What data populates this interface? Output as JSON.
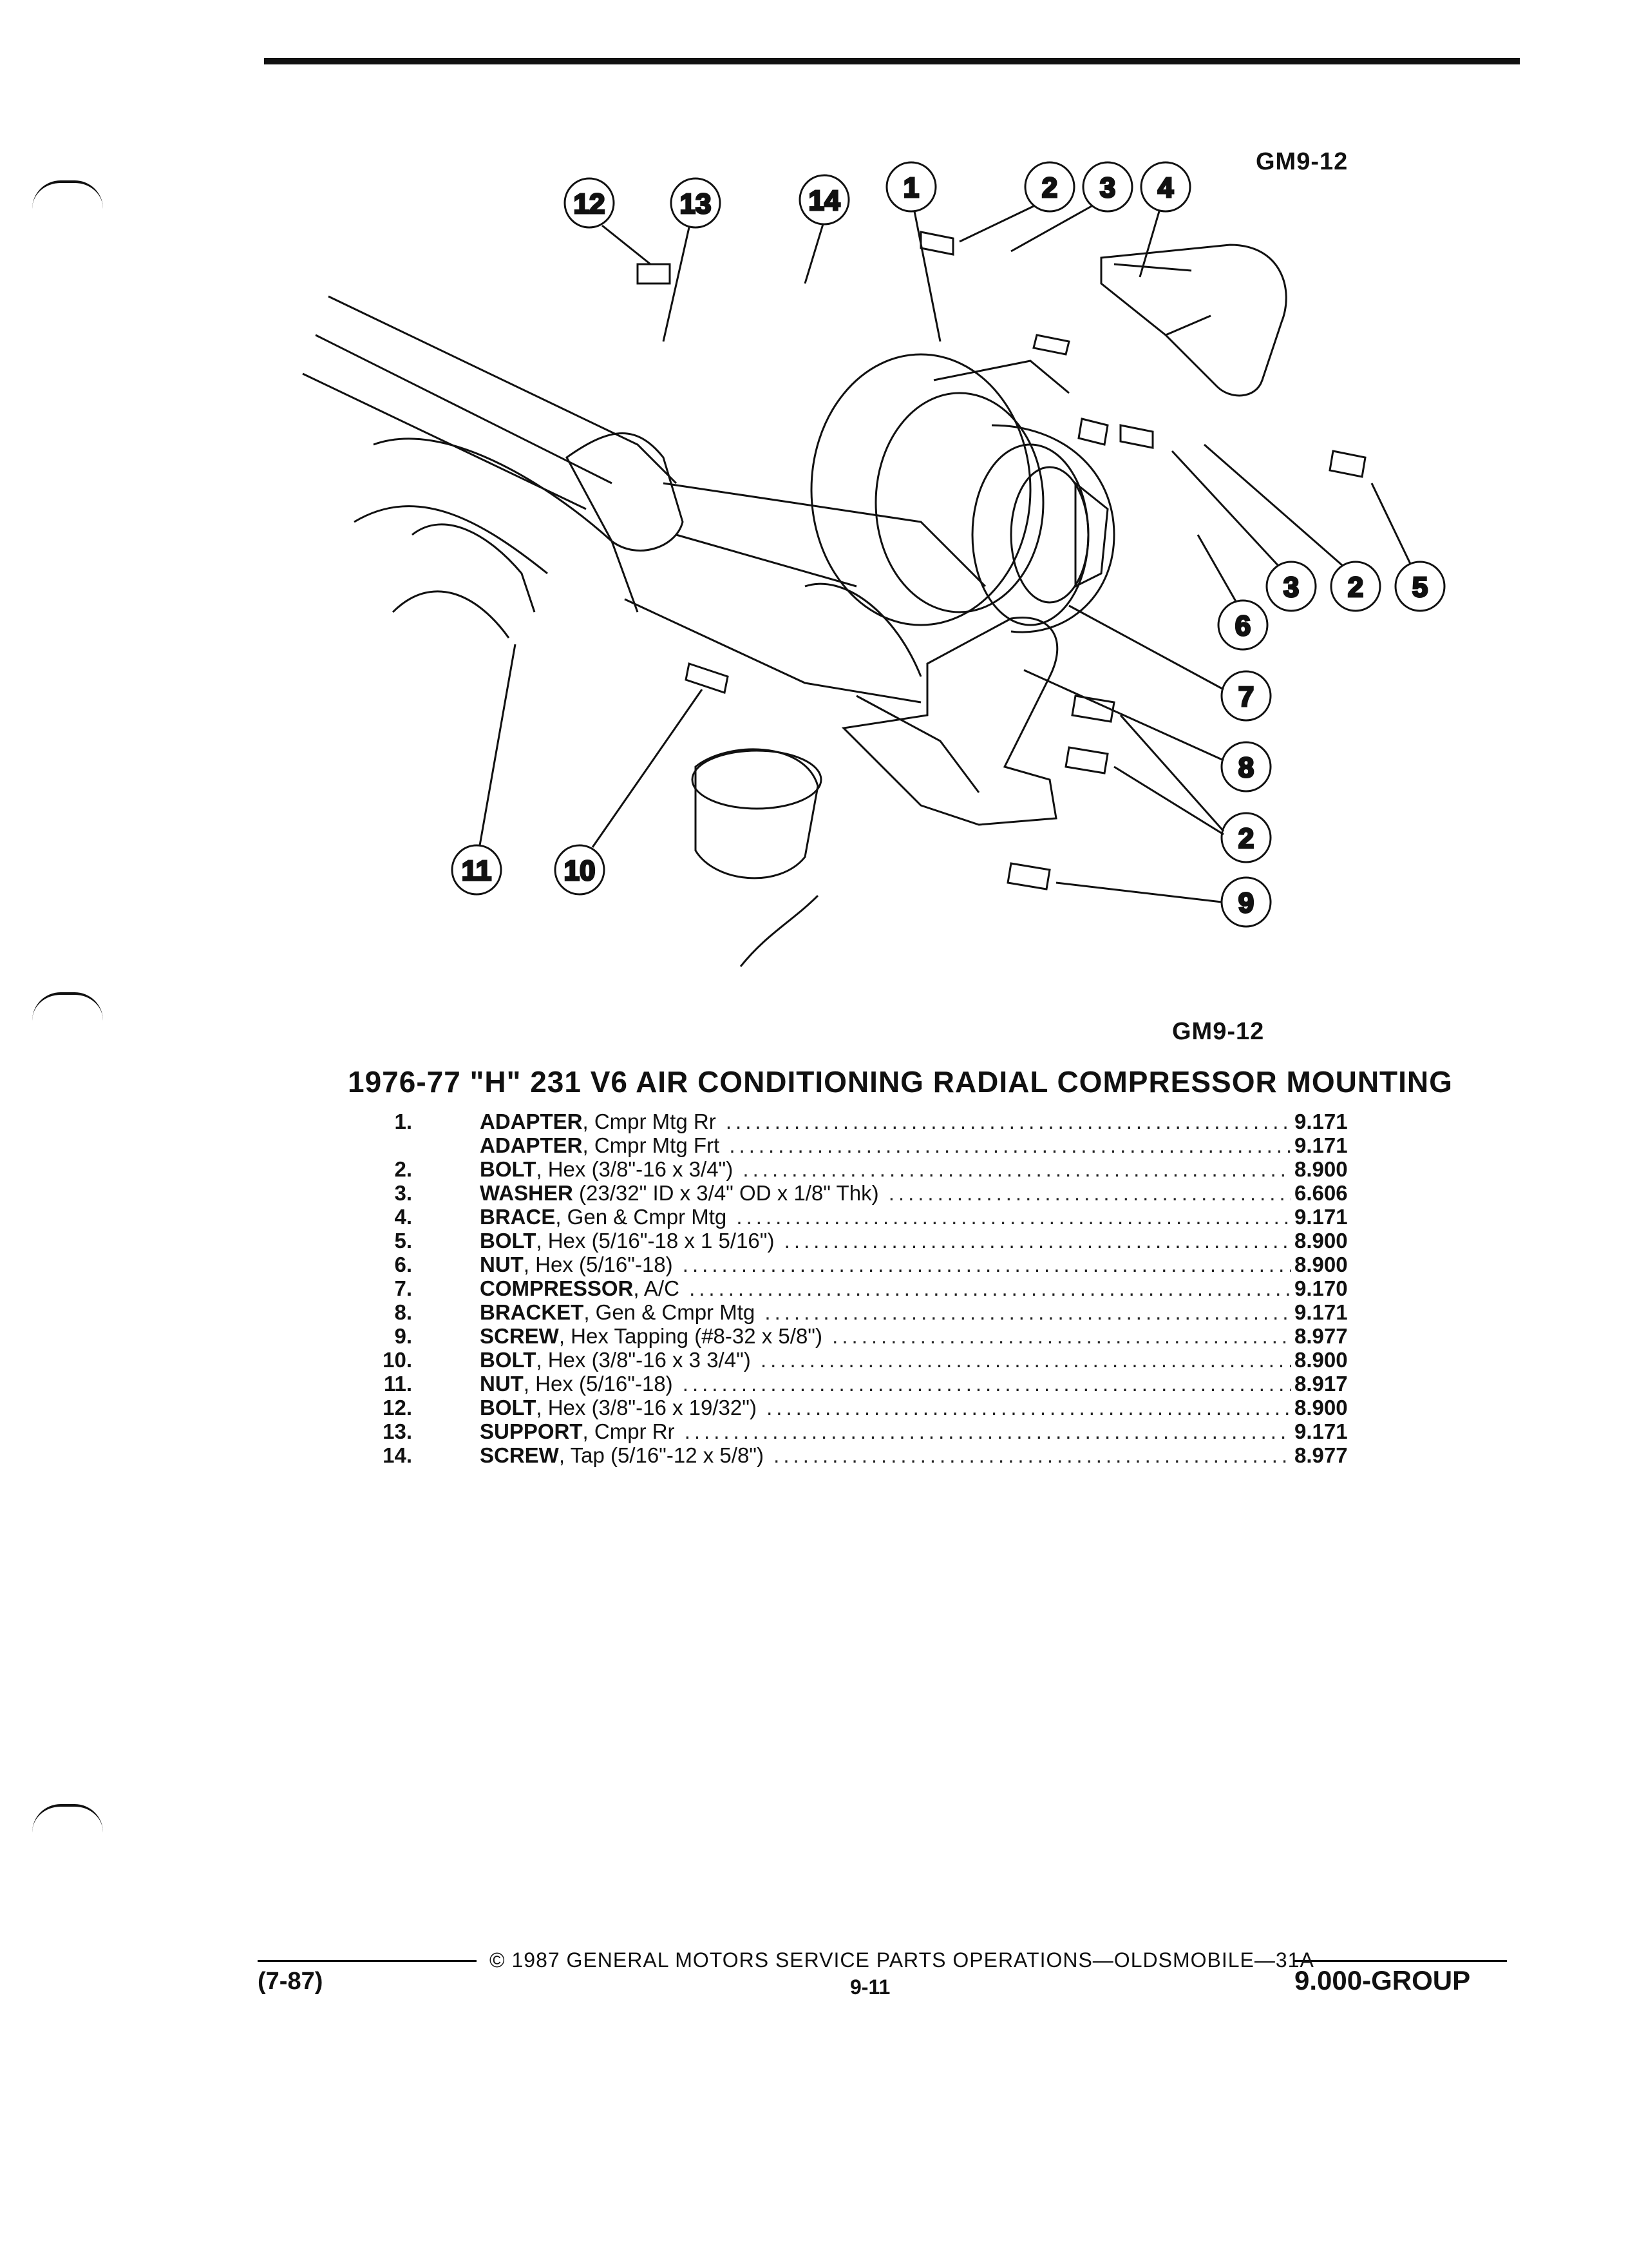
{
  "figure": {
    "code_top": "GM9-12",
    "code_bottom": "GM9-12",
    "callouts": [
      "12",
      "13",
      "14",
      "1",
      "2",
      "3",
      "4",
      "3",
      "2",
      "5",
      "6",
      "7",
      "8",
      "2",
      "9",
      "11",
      "10"
    ]
  },
  "title": "1976-77 \"H\" 231 V6 AIR CONDITIONING RADIAL COMPRESSOR MOUNTING",
  "parts": [
    {
      "num": "1.",
      "name": "ADAPTER",
      "spec": ", Cmpr Mtg Rr",
      "group": "9.171"
    },
    {
      "num": "",
      "name": "ADAPTER",
      "spec": ", Cmpr Mtg Frt",
      "group": "9.171"
    },
    {
      "num": "2.",
      "name": "BOLT",
      "spec": ", Hex (3/8\"-16 x 3/4\")",
      "group": "8.900"
    },
    {
      "num": "3.",
      "name": "WASHER",
      "spec": " (23/32\" ID x 3/4\" OD x 1/8\" Thk)",
      "group": "6.606"
    },
    {
      "num": "4.",
      "name": "BRACE",
      "spec": ", Gen & Cmpr Mtg",
      "group": "9.171"
    },
    {
      "num": "5.",
      "name": "BOLT",
      "spec": ", Hex (5/16\"-18 x 1 5/16\")",
      "group": "8.900"
    },
    {
      "num": "6.",
      "name": "NUT",
      "spec": ", Hex (5/16\"-18)",
      "group": "8.900"
    },
    {
      "num": "7.",
      "name": "COMPRESSOR",
      "spec": ", A/C",
      "group": "9.170"
    },
    {
      "num": "8.",
      "name": "BRACKET",
      "spec": ", Gen & Cmpr Mtg",
      "group": "9.171"
    },
    {
      "num": "9.",
      "name": "SCREW",
      "spec": ", Hex Tapping (#8-32 x 5/8\")",
      "group": "8.977"
    },
    {
      "num": "10.",
      "name": "BOLT",
      "spec": ", Hex (3/8\"-16 x 3 3/4\")",
      "group": "8.900"
    },
    {
      "num": "11.",
      "name": "NUT",
      "spec": ", Hex (5/16\"-18)",
      "group": "8.917"
    },
    {
      "num": "12.",
      "name": "BOLT",
      "spec": ", Hex (3/8\"-16 x 19/32\")",
      "group": "8.900"
    },
    {
      "num": "13.",
      "name": "SUPPORT",
      "spec": ", Cmpr Rr",
      "group": "9.171"
    },
    {
      "num": "14.",
      "name": "SCREW",
      "spec": ", Tap (5/16\"-12 x 5/8\")",
      "group": "8.977"
    }
  ],
  "footer": {
    "copyright": "© 1987 GENERAL MOTORS SERVICE PARTS OPERATIONS—OLDSMOBILE—31A",
    "date": "(7-87)",
    "page": "9-11",
    "group": "9.000-GROUP"
  }
}
